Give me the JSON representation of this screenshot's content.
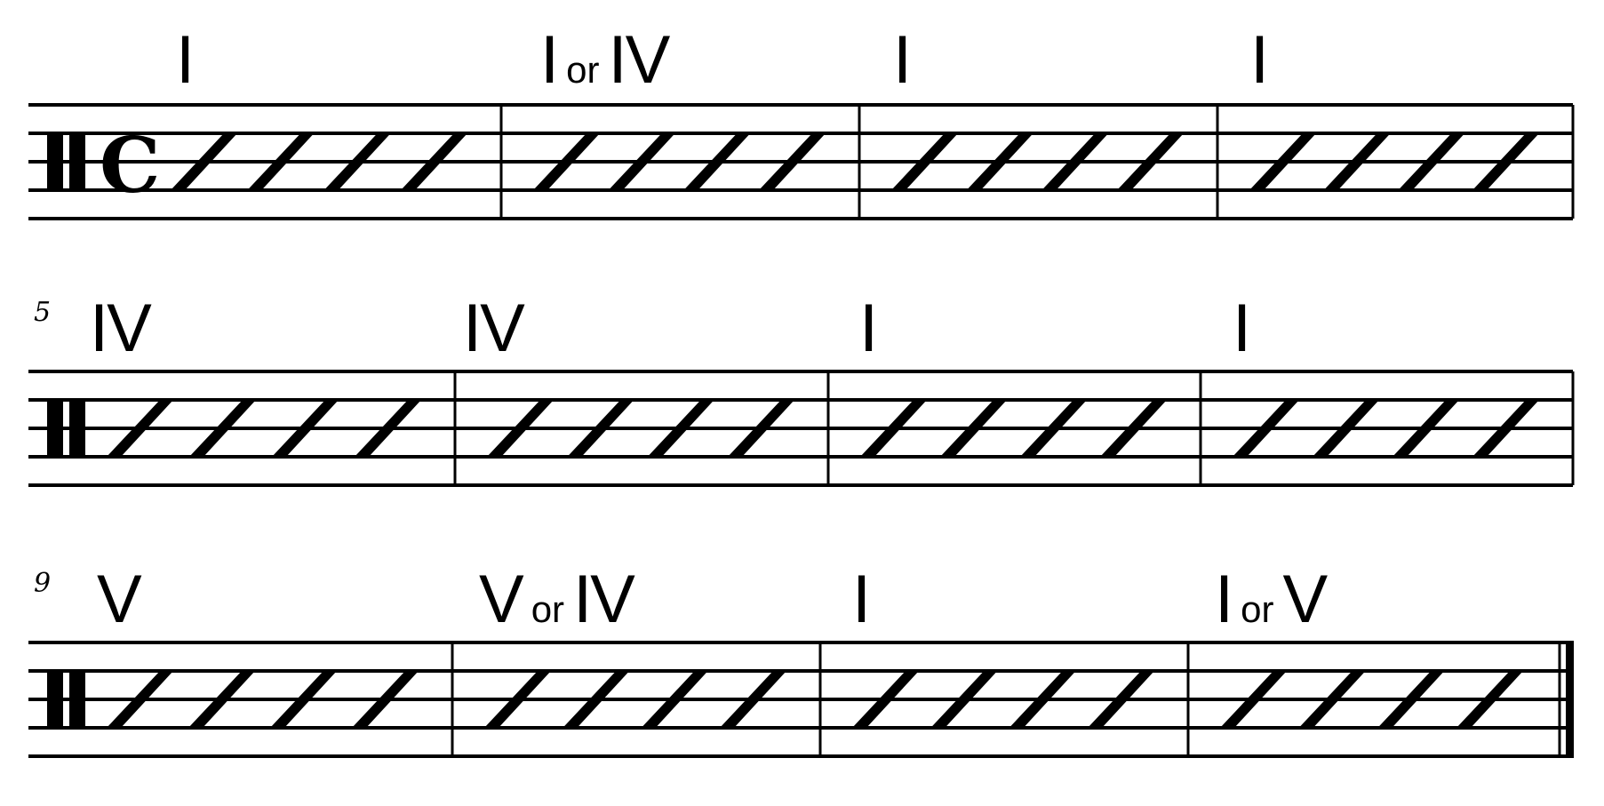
{
  "sheet": {
    "time_signature": "common-time",
    "clef": "percussion-clef",
    "systems": [
      {
        "measure_number": "",
        "measures": [
          {
            "chord": [
              "I"
            ],
            "slashes": 4
          },
          {
            "chord": [
              "I",
              "or",
              "IV"
            ],
            "slashes": 4
          },
          {
            "chord": [
              "I"
            ],
            "slashes": 4
          },
          {
            "chord": [
              "I"
            ],
            "slashes": 4
          }
        ]
      },
      {
        "measure_number": "5",
        "measures": [
          {
            "chord": [
              "IV"
            ],
            "slashes": 4
          },
          {
            "chord": [
              "IV"
            ],
            "slashes": 4
          },
          {
            "chord": [
              "I"
            ],
            "slashes": 4
          },
          {
            "chord": [
              "I"
            ],
            "slashes": 4
          }
        ]
      },
      {
        "measure_number": "9",
        "measures": [
          {
            "chord": [
              "V"
            ],
            "slashes": 4
          },
          {
            "chord": [
              "V",
              "or",
              "IV"
            ],
            "slashes": 4
          },
          {
            "chord": [
              "I"
            ],
            "slashes": 4
          },
          {
            "chord": [
              "I",
              "or",
              "V"
            ],
            "slashes": 4
          }
        ]
      }
    ]
  }
}
